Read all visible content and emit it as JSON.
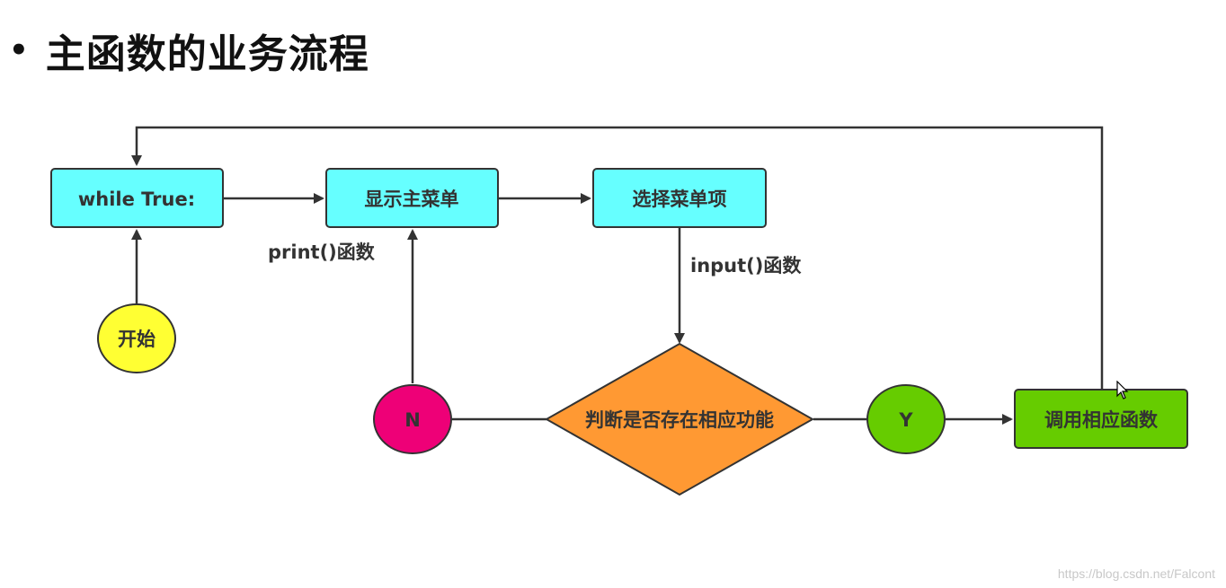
{
  "heading": {
    "bullet": "•",
    "title": "主函数的业务流程"
  },
  "nodes": {
    "while_loop": {
      "label": "while True:",
      "fill": "#66ffff"
    },
    "show_menu": {
      "label": "显示主菜单",
      "fill": "#66ffff"
    },
    "select_item": {
      "label": "选择菜单项",
      "fill": "#66ffff"
    },
    "start": {
      "label": "开始",
      "fill": "#ffff33"
    },
    "no": {
      "label": "N",
      "fill": "#ee0077"
    },
    "decision": {
      "label": "判断是否存在相应功能",
      "fill": "#ff9933"
    },
    "yes": {
      "label": "Y",
      "fill": "#66cc00"
    },
    "call_func": {
      "label": "调用相应函数",
      "fill": "#66cc00"
    }
  },
  "edge_labels": {
    "print_fn": "print()函数",
    "input_fn": "input()函数"
  },
  "colors": {
    "stroke": "#333333",
    "line": "#333333"
  },
  "watermark": "https://blog.csdn.net/Falcont"
}
